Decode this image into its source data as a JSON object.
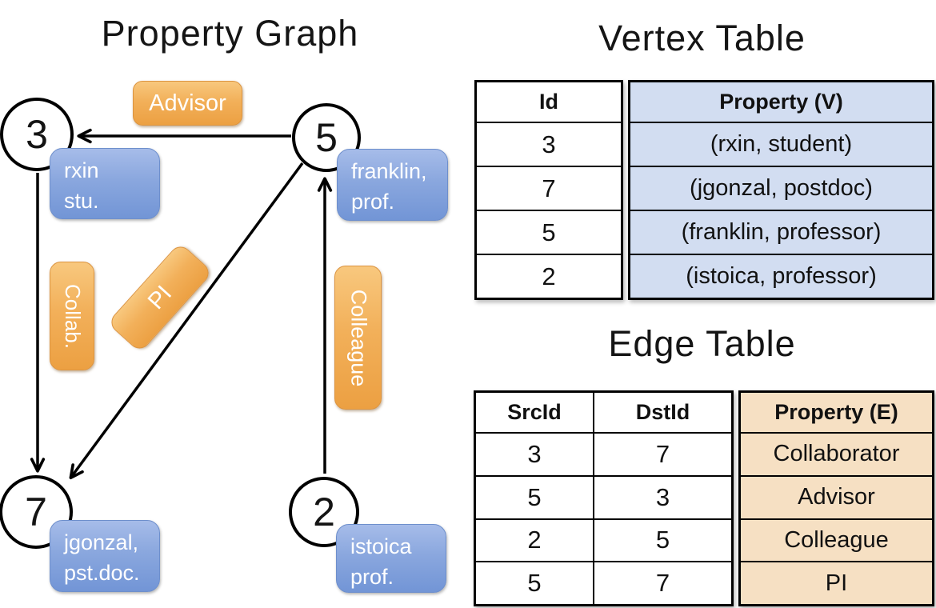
{
  "colors": {
    "edge_label_orange": "#eca042",
    "vertex_label_blue": "#7295d6",
    "vertex_table_fill": "#d2ddf1",
    "edge_table_fill": "#f6e0c3"
  },
  "graph": {
    "title": "Property Graph",
    "nodes": [
      {
        "id": "3",
        "property": "rxin\nstu."
      },
      {
        "id": "5",
        "property": "franklin,\nprof."
      },
      {
        "id": "7",
        "property": "jgonzal,\npst.doc."
      },
      {
        "id": "2",
        "property": "istoica\nprof."
      }
    ],
    "edge_labels": {
      "advisor": "Advisor",
      "collab": "Collab.",
      "pi": "PI",
      "colleague": "Colleague"
    }
  },
  "vertex_table": {
    "title": "Vertex Table",
    "columns": {
      "id": "Id",
      "property": "Property (V)"
    },
    "rows": [
      {
        "id": "3",
        "property": "(rxin, student)"
      },
      {
        "id": "7",
        "property": "(jgonzal, postdoc)"
      },
      {
        "id": "5",
        "property": "(franklin, professor)"
      },
      {
        "id": "2",
        "property": "(istoica, professor)"
      }
    ]
  },
  "edge_table": {
    "title": "Edge Table",
    "columns": {
      "src": "SrcId",
      "dst": "DstId",
      "property": "Property (E)"
    },
    "rows": [
      {
        "src": "3",
        "dst": "7",
        "property": "Collaborator"
      },
      {
        "src": "5",
        "dst": "3",
        "property": "Advisor"
      },
      {
        "src": "2",
        "dst": "5",
        "property": "Colleague"
      },
      {
        "src": "5",
        "dst": "7",
        "property": "PI"
      }
    ]
  }
}
